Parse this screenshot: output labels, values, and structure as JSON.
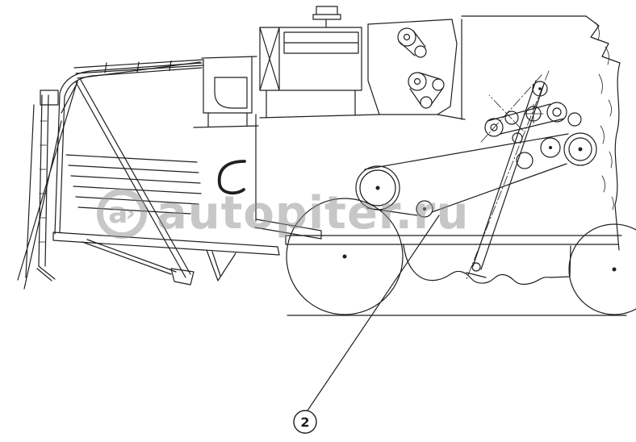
{
  "colors": {
    "line": "#1f1f1f",
    "watermark": "#909090"
  },
  "diagram": {
    "callout": {
      "label": "2"
    }
  },
  "watermark": {
    "logo_text": "a",
    "logo_arrow": "›",
    "text": "autopiter.ru"
  }
}
